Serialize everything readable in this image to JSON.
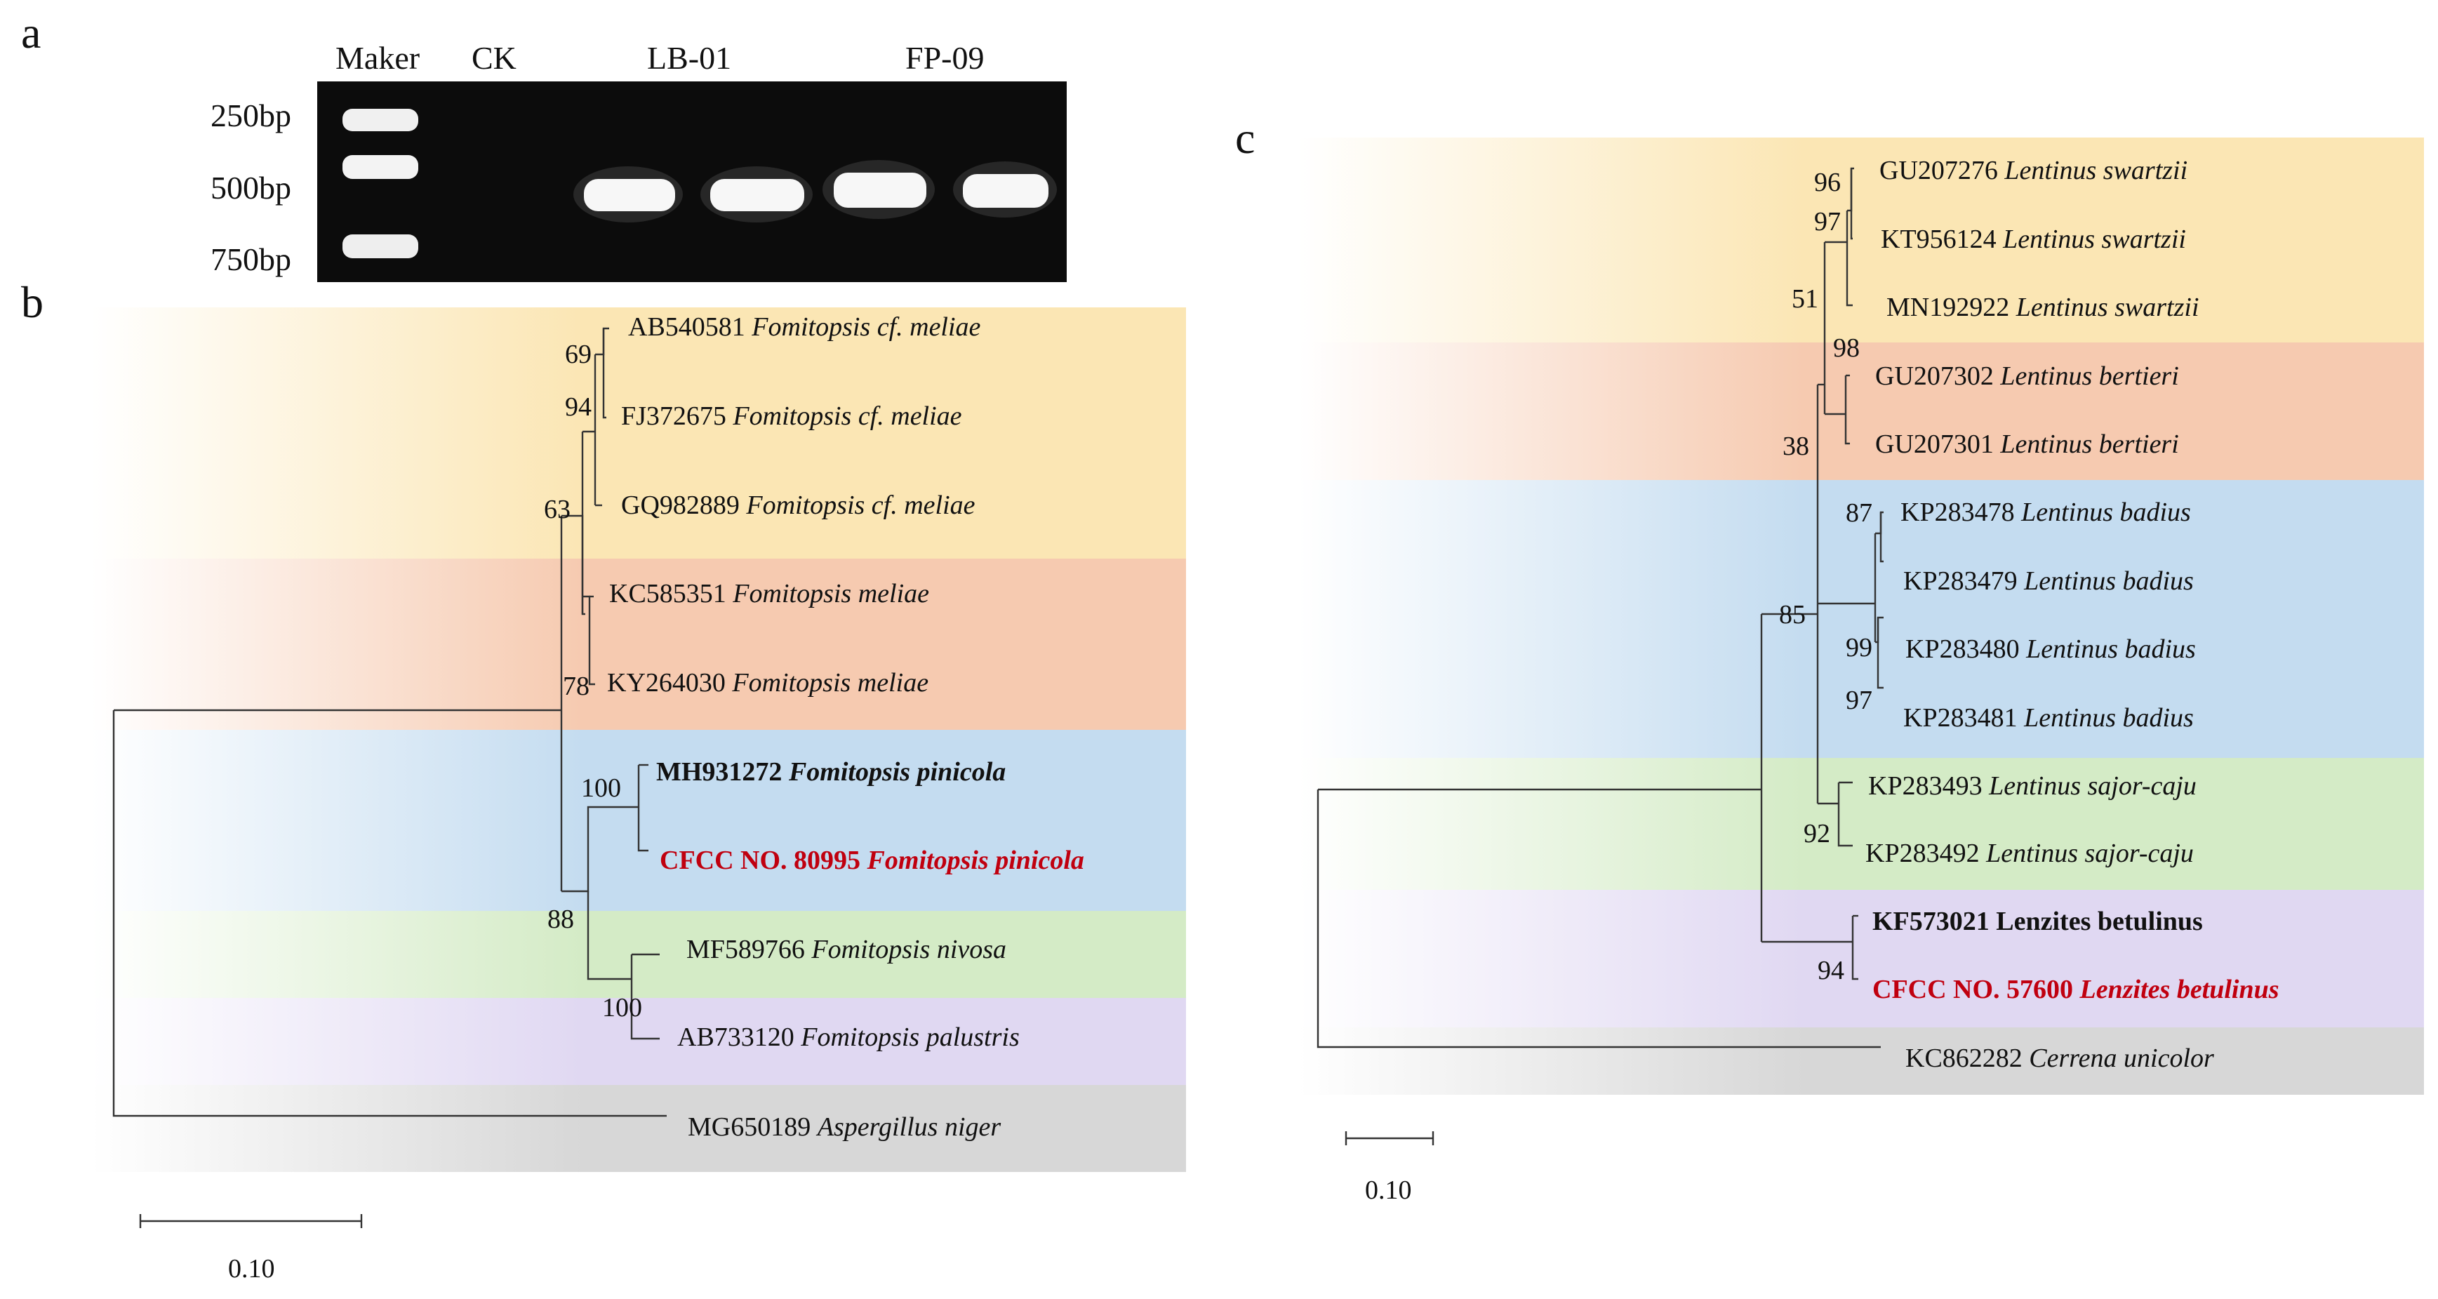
{
  "panel_labels": {
    "a": "a",
    "b": "b",
    "c": "c"
  },
  "gel": {
    "lane_labels": [
      "Maker",
      "CK",
      "LB-01",
      "FP-09"
    ],
    "ladder_labels": [
      "250bp",
      "500bp",
      "750bp"
    ]
  },
  "tree_b": {
    "leaves": [
      {
        "acc": "AB540581",
        "species": "Fomitopsis cf. meliae",
        "style": "normal"
      },
      {
        "acc": "FJ372675",
        "species": "Fomitopsis cf. meliae",
        "style": "normal"
      },
      {
        "acc": "GQ982889",
        "species": "Fomitopsis cf. meliae",
        "style": "normal"
      },
      {
        "acc": "KC585351",
        "species": "Fomitopsis meliae",
        "style": "normal"
      },
      {
        "acc": "KY264030",
        "species": "Fomitopsis meliae",
        "style": "normal"
      },
      {
        "acc": "MH931272",
        "species": "Fomitopsis pinicola",
        "style": "bold"
      },
      {
        "acc": "CFCC NO. 80995",
        "species": "Fomitopsis pinicola",
        "style": "red"
      },
      {
        "acc": "MF589766",
        "species": "Fomitopsis nivosa",
        "style": "normal"
      },
      {
        "acc": "AB733120",
        "species": "Fomitopsis palustris",
        "style": "normal"
      },
      {
        "acc": "MG650189",
        "species": "Aspergillus niger",
        "style": "normal"
      }
    ],
    "bootstraps": [
      "69",
      "94",
      "63",
      "78",
      "100",
      "88",
      "100"
    ],
    "scale": "0.10"
  },
  "tree_c": {
    "leaves": [
      {
        "acc": "GU207276",
        "species": "Lentinus swartzii",
        "style": "normal"
      },
      {
        "acc": "KT956124",
        "species": "Lentinus swartzii",
        "style": "normal"
      },
      {
        "acc": "MN192922",
        "species": "Lentinus swartzii",
        "style": "normal"
      },
      {
        "acc": "GU207302",
        "species": "Lentinus bertieri",
        "style": "normal"
      },
      {
        "acc": "GU207301",
        "species": "Lentinus bertieri",
        "style": "normal"
      },
      {
        "acc": "KP283478",
        "species": "Lentinus badius",
        "style": "normal"
      },
      {
        "acc": "KP283479",
        "species": "Lentinus badius",
        "style": "normal"
      },
      {
        "acc": "KP283480",
        "species": "Lentinus badius",
        "style": "normal"
      },
      {
        "acc": "KP283481",
        "species": "Lentinus badius",
        "style": "normal"
      },
      {
        "acc": "KP283493",
        "species": "Lentinus sajor-caju",
        "style": "normal"
      },
      {
        "acc": "KP283492",
        "species": "Lentinus sajor-caju",
        "style": "normal"
      },
      {
        "acc": "KF573021",
        "species": "Lenzites betulinus",
        "style": "bold"
      },
      {
        "acc": "CFCC NO. 57600",
        "species": "Lenzites betulinus",
        "style": "red"
      },
      {
        "acc": "KC862282",
        "species": "Cerrena unicolor",
        "style": "normal"
      }
    ],
    "bootstraps": [
      "96",
      "97",
      "51",
      "98",
      "38",
      "87",
      "85",
      "99",
      "97",
      "92",
      "94"
    ],
    "scale": "0.10"
  },
  "colors": {
    "yellow": "#fbe6b4",
    "salmon": "#f6cab0",
    "blue": "#c4dcf0",
    "green": "#d4ebc6",
    "lavender": "#e0d8f2",
    "gray": "#d7d7d7",
    "highlight_red": "#c0000f"
  }
}
